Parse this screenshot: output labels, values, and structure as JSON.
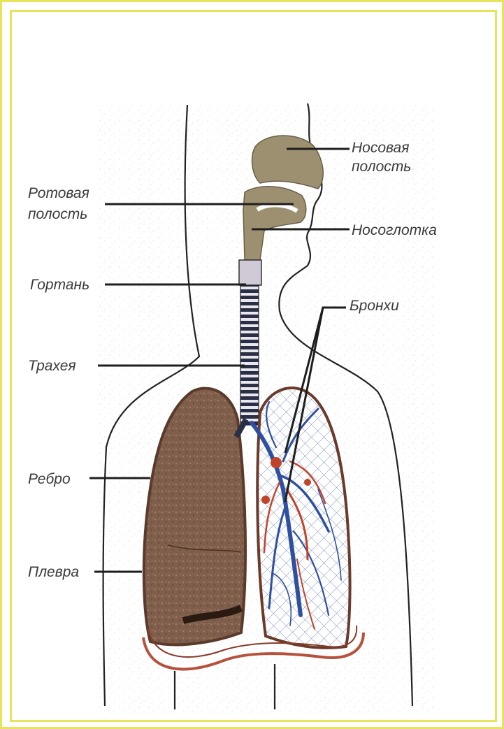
{
  "diagram": {
    "labels": {
      "nasal_cavity": [
        "Носовая",
        "полость"
      ],
      "oral_cavity": [
        "Ротовая",
        "полость"
      ],
      "nasopharynx": "Носоглотка",
      "larynx": "Гортань",
      "bronchi": "Бронхи",
      "trachea": "Трахея",
      "rib": "Ребро",
      "pleura": "Плевра"
    },
    "colors": {
      "frame": "#e7e35a",
      "lung_left": "#8a6a55",
      "cavity": "#9c9070",
      "vessel_blue": "#2f4fa0",
      "vessel_red": "#c0442a",
      "diaphragm": "#b5513c"
    }
  }
}
